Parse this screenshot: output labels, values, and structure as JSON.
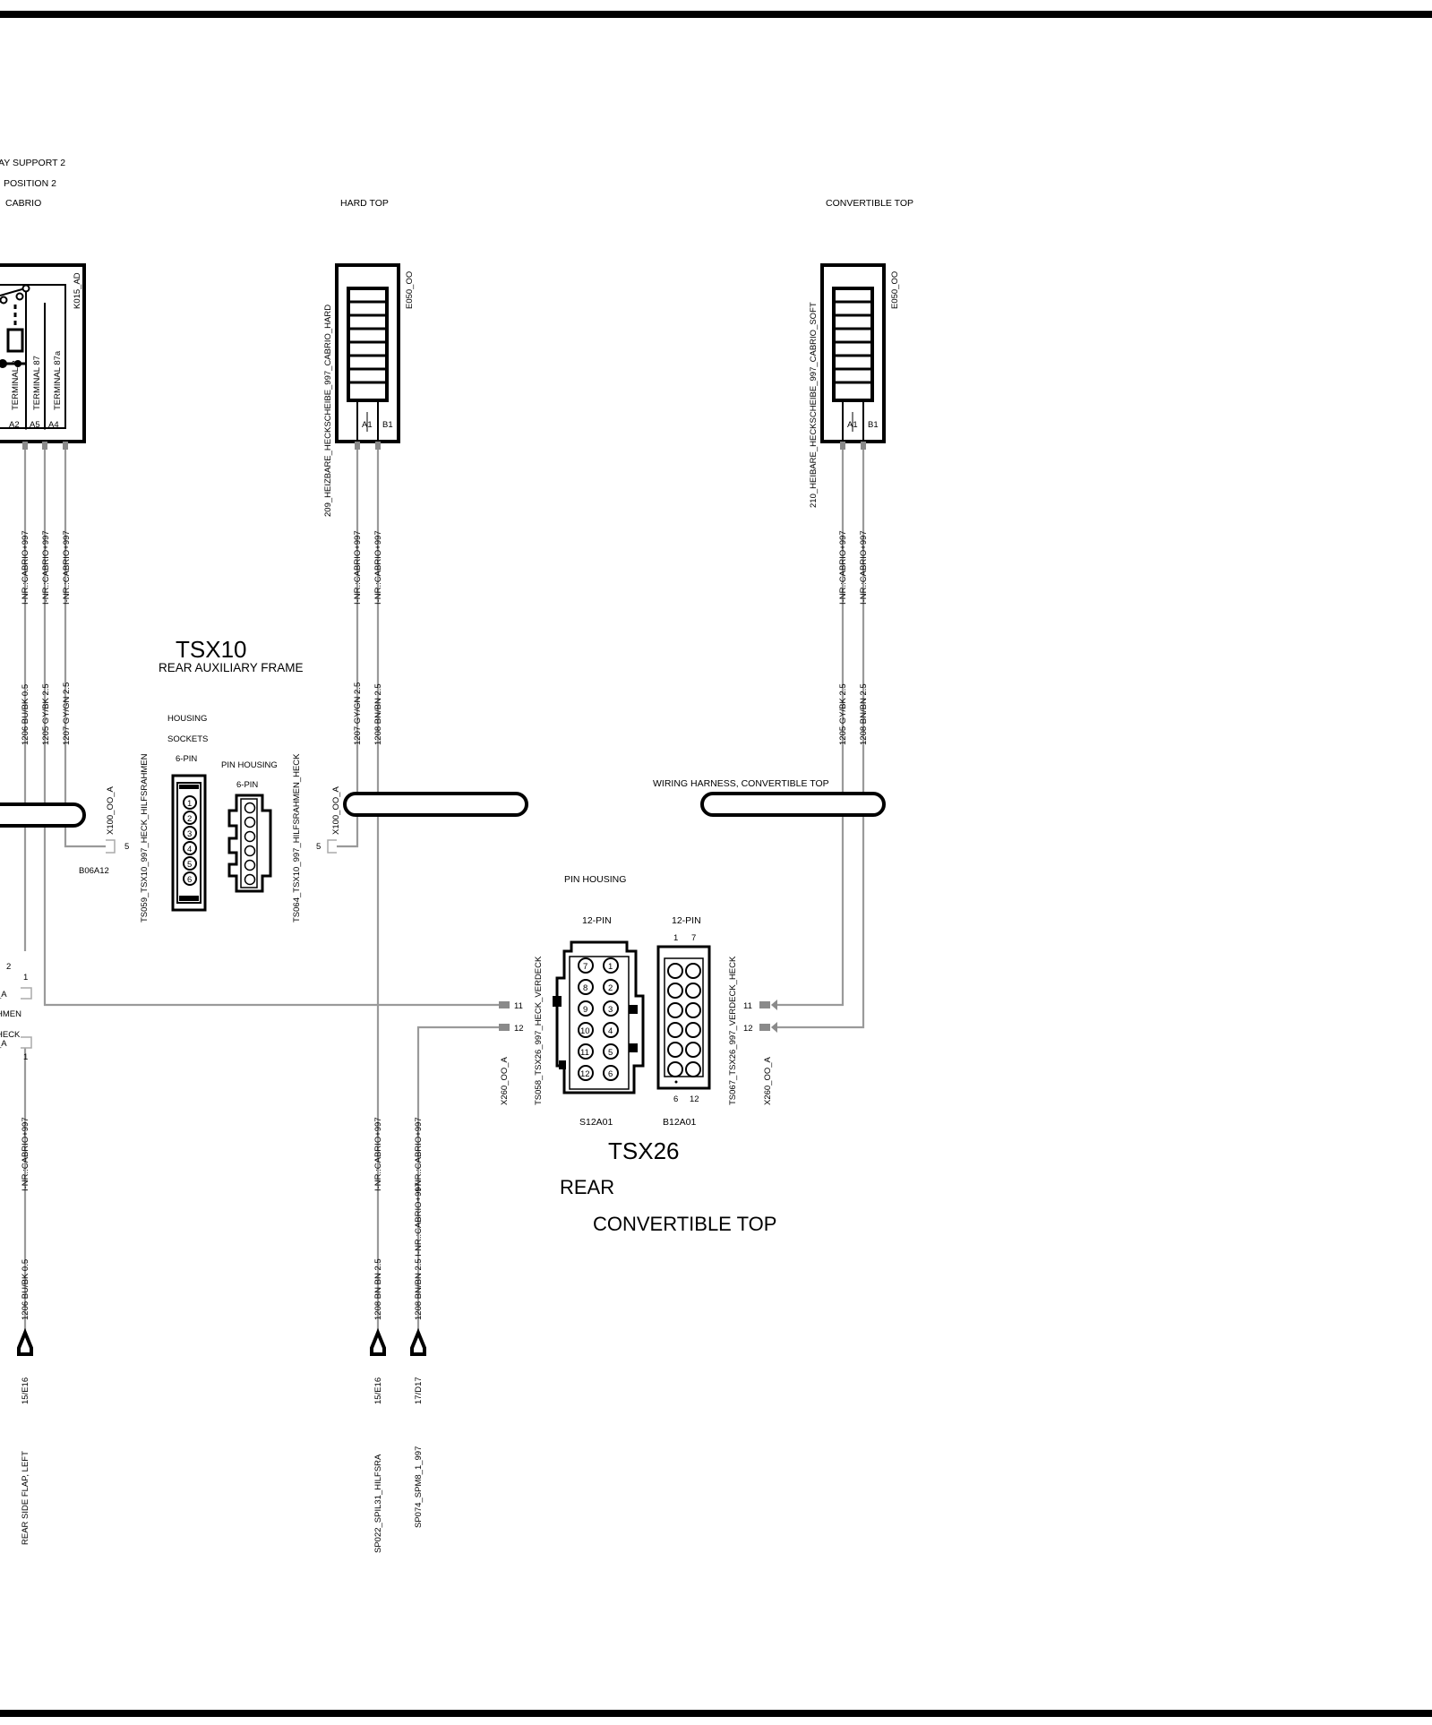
{
  "header_labels": {
    "relay": [
      "AY SUPPORT 2",
      "POSITION 2",
      "CABRIO"
    ],
    "hard_top": "HARD TOP",
    "convertible_top": "CONVERTIBLE TOP"
  },
  "relay_k015": {
    "id": "K015_AD",
    "terminals": [
      "TERMINAL 8",
      "TERMINAL 87",
      "TERMINAL 87a"
    ],
    "pins": [
      "A2",
      "A5",
      "A4"
    ]
  },
  "heater_hard": {
    "id": "E050_OO",
    "name": "209_HEIZBARE_HECKSCHEIBE_997_CABRIO_HARD",
    "pins": [
      "A1",
      "B1"
    ]
  },
  "heater_soft": {
    "id": "E050_OO",
    "name": "210_HEIBARE_HECKSCHEIBE_997_CABRIO_SOFT",
    "pins": [
      "A1",
      "B1"
    ]
  },
  "wire_spec": "I-NR.:CABRIO+997",
  "wires": {
    "w1206": "1206 BU/BK 0.5",
    "w1205": "1205 GY/BK 2.5",
    "w1207": "1207 GY/GN 2.5",
    "w1208": "1208 BN/BN 2.5",
    "w1208b": "1208 BN BN 2.5"
  },
  "tsx10": {
    "title": "TSX10",
    "subtitle": "REAR    AUXILIARY FRAME",
    "housing_sockets": [
      "HOUSING",
      "SOCKETS",
      "6-PIN"
    ],
    "pin_housing": [
      "PIN HOUSING",
      "6-PIN"
    ],
    "ts059": "TS059_TSX10_997_HECK_HILFSRAHMEN",
    "ts064": "TS064_TSX10_997_HILFSRAHMEN_HECK",
    "x100": "X100_OO_A",
    "b06a12": "B06A12",
    "pin5": "5",
    "pins": [
      "1",
      "2",
      "3",
      "4",
      "5",
      "6"
    ]
  },
  "wiring_harness": "WIRING HARNESS, CONVERTIBLE TOP",
  "tsx26": {
    "title": "TSX26",
    "rear": "REAR",
    "convertible_top": "CONVERTIBLE TOP",
    "pin_housing": "PIN HOUSING",
    "pin12a": "12-PIN",
    "pin12b": "12-PIN",
    "ts058": "TS058_TSX26_997_HECK_VERDECK",
    "ts067": "TS067_TSX26_997_VERDECK_HECK",
    "x260": "X260_OO_A",
    "s12a01": "S12A01",
    "b12a01": "B12A01",
    "pin11": "11",
    "pin12": "12",
    "pin_numbers": [
      "7",
      "1",
      "8",
      "2",
      "9",
      "3",
      "10",
      "4",
      "11",
      "5",
      "12",
      "6"
    ],
    "top_marks": [
      "1",
      "7"
    ],
    "bottom_marks": [
      "6",
      "12"
    ]
  },
  "left_partial": {
    "pin2": "2",
    "pin1a": "1",
    "pin1b": "1",
    "lab1": "_A",
    "lab2": "HMEN",
    "lab3": "HECK",
    "lab4": "_A"
  },
  "bottom_refs": {
    "r1": {
      "sheet": "15/E16",
      "name": "REAR SIDE FLAP, LEFT"
    },
    "r2": {
      "sheet": "15/E16",
      "name": "SP022_SPIL31_HILFSRA"
    },
    "r3": {
      "sheet": "17/D17",
      "name": "SP074_SPM8_1_997",
      "overlap": "1208 BN/BN 2.5 I-NR.:CABRIO+997"
    }
  }
}
